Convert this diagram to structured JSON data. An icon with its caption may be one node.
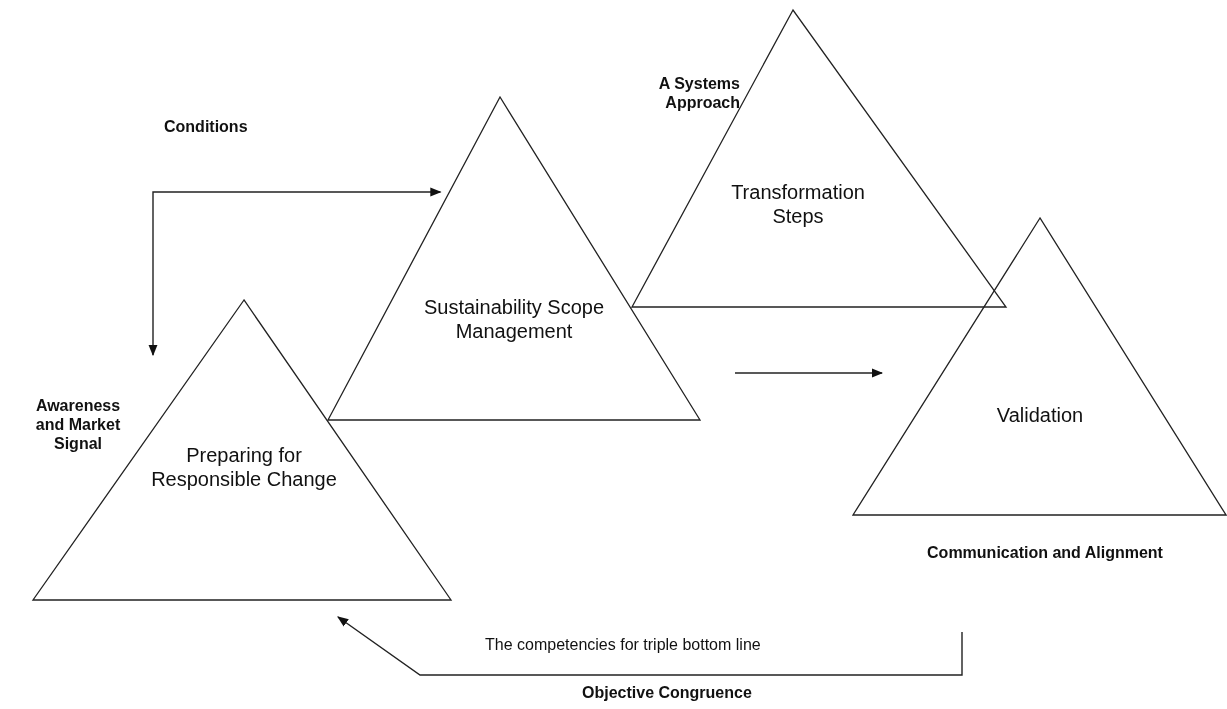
{
  "diagram": {
    "nodes": [
      {
        "text": [
          "Preparing for Responsible Change"
        ],
        "beside": [
          "Awareness and Market Signal"
        ]
      },
      {
        "text": [
          "Sustainability Scope Management"
        ]
      },
      {
        "text": [
          "Transformation Steps"
        ],
        "beside": [
          "A Systems Approach"
        ]
      },
      {
        "text": [
          "Validation"
        ],
        "beside": [
          "Communication and Alignment"
        ]
      }
    ],
    "edges": [
      {
        "from": 0,
        "to": 1,
        "arrow": "both"
      },
      {
        "from": 1,
        "to": 3,
        "arrow": "to"
      },
      {
        "from": null,
        "to": 0,
        "arrow": "to",
        "label": "The competencies for triple bottom line"
      }
    ],
    "labels": [
      "Conditions",
      "Objective Congruence"
    ]
  }
}
